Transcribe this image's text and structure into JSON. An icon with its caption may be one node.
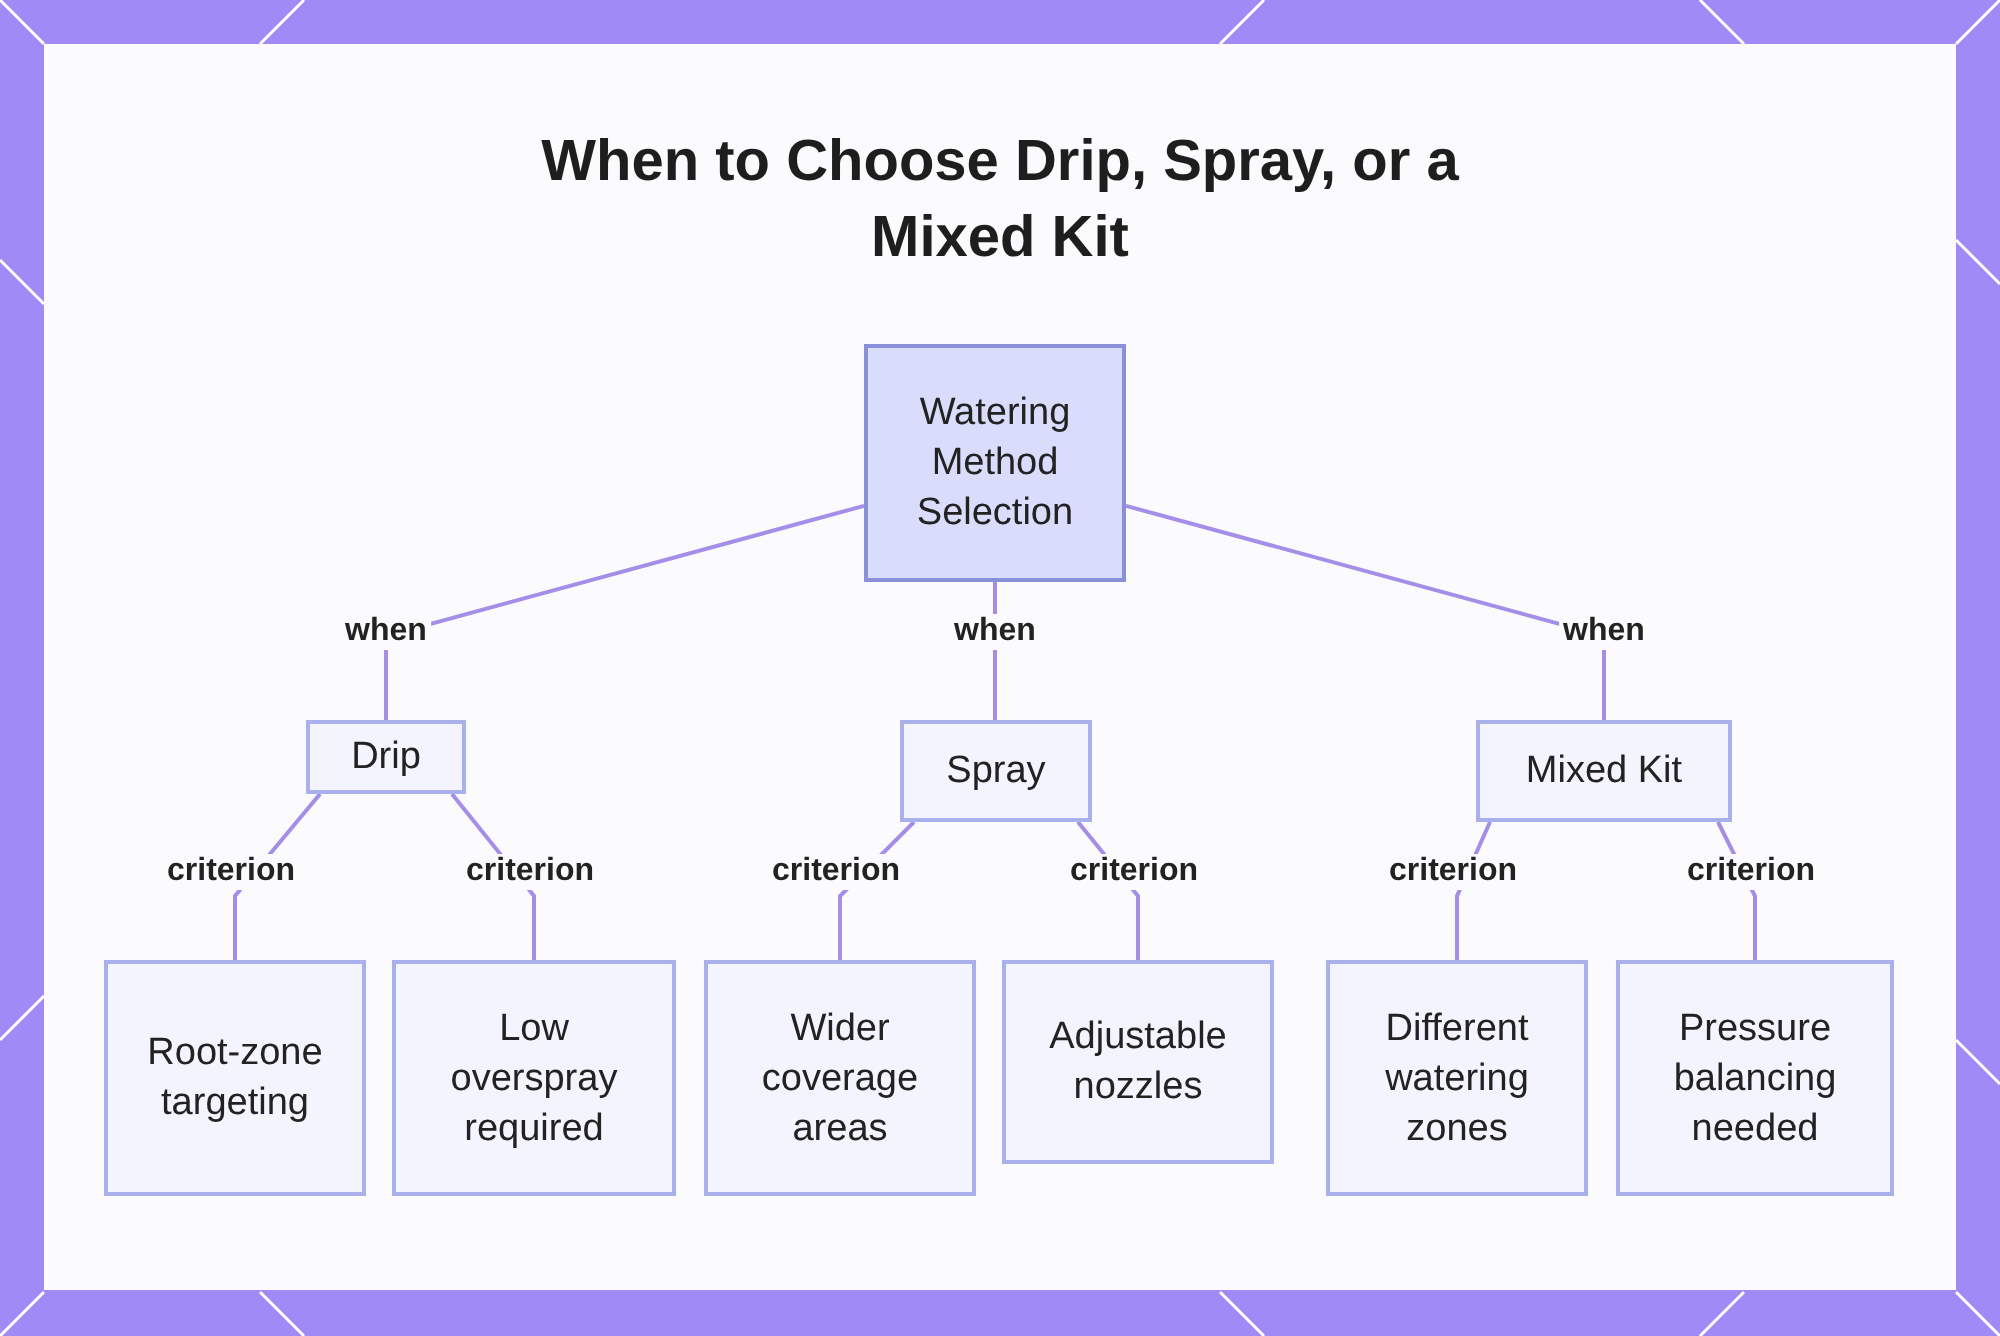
{
  "diagram": {
    "title": "When to Choose Drip, Spray, or a Mixed Kit",
    "nodes": [
      {
        "text": [
          "Watering Method Selection"
        ]
      },
      {
        "text": [
          "Drip"
        ]
      },
      {
        "text": [
          "Spray"
        ]
      },
      {
        "text": [
          "Mixed Kit"
        ]
      },
      {
        "text": [
          "Root-zone targeting"
        ]
      },
      {
        "text": [
          "Low overspray required"
        ]
      },
      {
        "text": [
          "Wider coverage areas"
        ]
      },
      {
        "text": [
          "Adjustable nozzles"
        ]
      },
      {
        "text": [
          "Different watering zones"
        ]
      },
      {
        "text": [
          "Pressure balancing needed"
        ]
      }
    ],
    "edges": [
      {
        "from": 0,
        "to": 1,
        "arrow": "none",
        "label": "when"
      },
      {
        "from": 0,
        "to": 2,
        "arrow": "none",
        "label": "when"
      },
      {
        "from": 0,
        "to": 3,
        "arrow": "none",
        "label": "when"
      },
      {
        "from": 1,
        "to": 4,
        "arrow": "none",
        "label": "criterion"
      },
      {
        "from": 1,
        "to": 5,
        "arrow": "none",
        "label": "criterion"
      },
      {
        "from": 2,
        "to": 6,
        "arrow": "none",
        "label": "criterion"
      },
      {
        "from": 2,
        "to": 7,
        "arrow": "none",
        "label": "criterion"
      },
      {
        "from": 3,
        "to": 8,
        "arrow": "none",
        "label": "criterion"
      },
      {
        "from": 3,
        "to": 9,
        "arrow": "none",
        "label": "criterion"
      }
    ]
  }
}
